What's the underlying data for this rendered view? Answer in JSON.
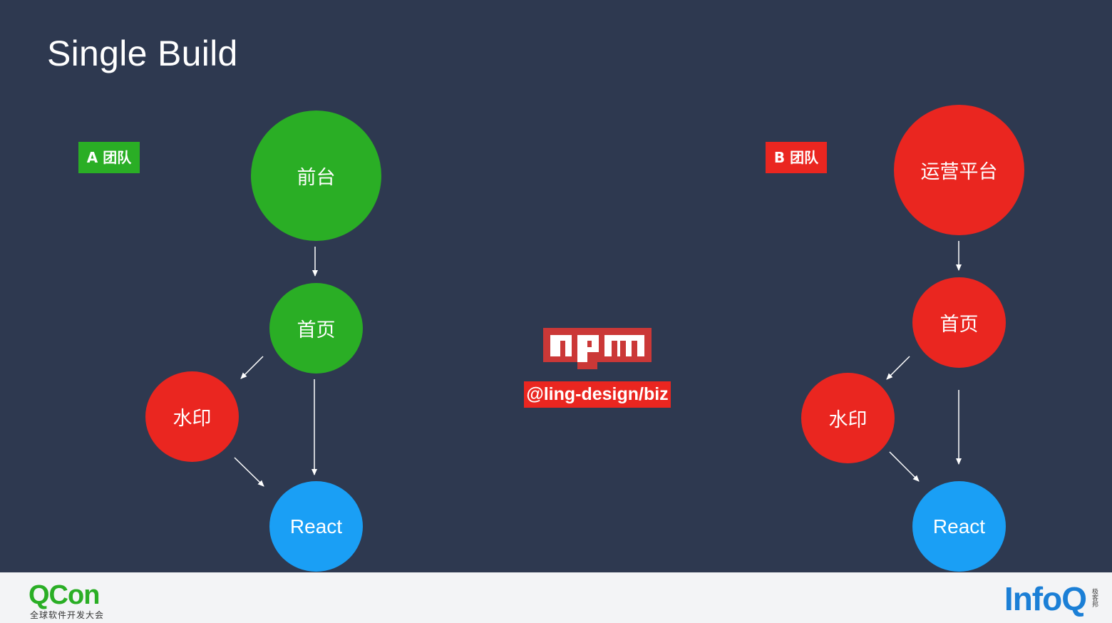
{
  "slide": {
    "title": "Single Build"
  },
  "team_a": {
    "badge": "A 团队",
    "color": "#2aae25",
    "nodes": {
      "root": "前台",
      "home": "首页",
      "watermark": "水印",
      "react": "React"
    }
  },
  "team_b": {
    "badge": "B 团队",
    "color": "#ea2620",
    "nodes": {
      "root": "运营平台",
      "home": "首页",
      "watermark": "水印",
      "react": "React"
    }
  },
  "center": {
    "registry_logo": "npm",
    "package": "@ling-design/biz"
  },
  "footer": {
    "left_logo": "QCon",
    "left_tagline": "全球软件开发大会",
    "right_logo": "InfoQ",
    "right_tag": "极客邦"
  },
  "colors": {
    "background": "#2e3950",
    "green": "#2aae25",
    "red": "#ea2620",
    "blue": "#1a9ff5",
    "npm_red": "#cb3837",
    "footer": "#f3f4f6"
  }
}
